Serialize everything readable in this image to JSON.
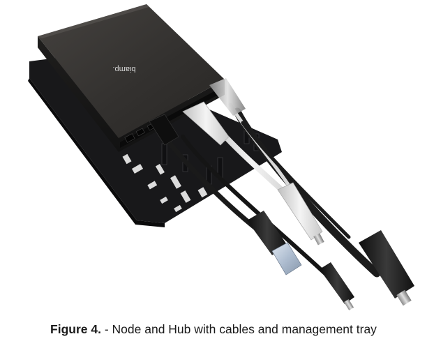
{
  "device": {
    "logo_text": "biamp."
  },
  "caption": {
    "label": "Figure 4.",
    "text": " - Node and Hub with cables and management tray"
  },
  "colors": {
    "device_body": "#2e2c2a",
    "tray": "#1c1c1e",
    "cable_black": "#1e1e1e",
    "cable_white": "#e6e6e6",
    "rj45_boot": "#b9c7d8",
    "background": "#ffffff"
  }
}
